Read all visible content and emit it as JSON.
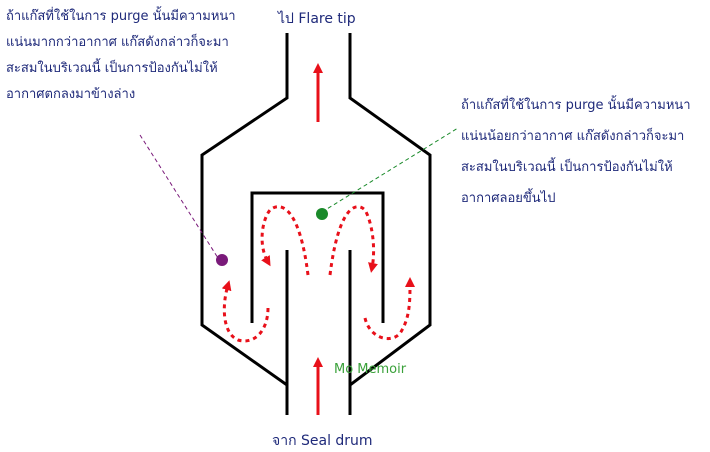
{
  "notes": {
    "heavy_gas": {
      "lines": [
        "ถ้าแก๊สที่ใช้ในการ purge นั้นมีความหนา",
        "แน่นมากกว่าอากาศ  แก๊สดังกล่าวก็จะมา",
        "สะสมในบริเวณนี้  เป็นการป้องกันไม่ให้",
        "อากาศตกลงมาข้างล่าง"
      ],
      "marker_color": "#7a1a7a"
    },
    "light_gas": {
      "lines": [
        "ถ้าแก๊สที่ใช้ในการ purge นั้นมีความหนา",
        "แน่นน้อยกว่าอากาศ  แก๊สดังกล่าวก็จะมา",
        "สะสมในบริเวณนี้  เป็นการป้องกันไม่ให้",
        "อากาศลอยขึ้นไป"
      ],
      "marker_color": "#1a8a2a"
    }
  },
  "labels": {
    "outlet": "ไป Flare tip",
    "inlet": "จาก Seal drum"
  },
  "watermark": "Mo Memoir",
  "colors": {
    "flow_arrow": "#e8101a",
    "vessel": "#000000",
    "text": "#1f2a7a"
  }
}
